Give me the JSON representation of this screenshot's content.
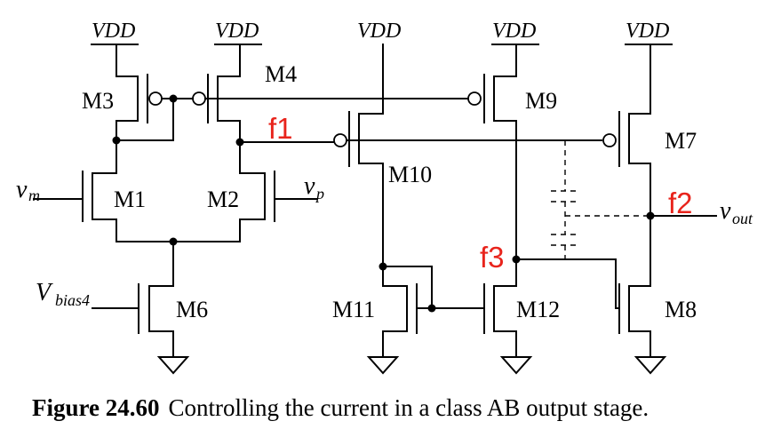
{
  "supply_label": "VDD",
  "transistors": {
    "m1": "M1",
    "m2": "M2",
    "m3": "M3",
    "m4": "M4",
    "m6": "M6",
    "m7": "M7",
    "m8": "M8",
    "m9": "M9",
    "m10": "M10",
    "m11": "M11",
    "m12": "M12"
  },
  "signals": {
    "vm_main": "v",
    "vm_sub": "m",
    "vp_main": "v",
    "vp_sub": "p",
    "vbias_main": "V",
    "vbias_sub": "bias4",
    "vout_main": "v",
    "vout_sub": "out"
  },
  "nodes": {
    "f1": "f1",
    "f2": "f2",
    "f3": "f3"
  },
  "node_color": "#e8241c",
  "caption": {
    "number": "Figure 24.60",
    "text": "Controlling the current in a class AB output stage."
  }
}
